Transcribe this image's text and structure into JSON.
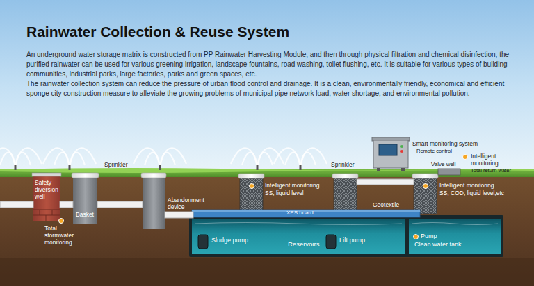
{
  "diagram": {
    "title": "Rainwater Collection & Reuse System",
    "nodes": [
      {
        "text": [
          "Smart monitoring system",
          "Remote control"
        ]
      },
      {
        "text": [
          "Sludge pump",
          "Reservoirs",
          "Lift pump"
        ]
      },
      {
        "text": [
          "Pump",
          "Clean water tank"
        ]
      }
    ],
    "labels": [
      "An underground water storage matrix is constructed from PP Rainwater Harvesting Module, and then through physical filtration and chemical disinfection, the purified rainwater can be used for various greening irrigation, landscape fountains, road washing, toilet flushing, etc. It is suitable for various types of building communities, industrial parks, large factories, parks and green spaces, etc.",
      "The rainwater collection system can reduce the pressure of urban flood control and drainage. It is a clean, environmentally friendly, economical and efficient sponge city construction measure to alleviate the growing problems of municipal pipe network load, water shortage, and environmental pollution.",
      "Sprinkler",
      "Sprinkler",
      "Intelligent monitoring",
      "Total return water",
      "Valve well",
      "Safety diversion well",
      "Basket",
      "Total stormwater monitoring",
      "Abandonment device",
      "Intelligent monitoring",
      "SS, liquid level",
      "Intelligent monitoring",
      "SS, COD, liquid level,etc",
      "XPS board",
      "Geotextile"
    ]
  }
}
